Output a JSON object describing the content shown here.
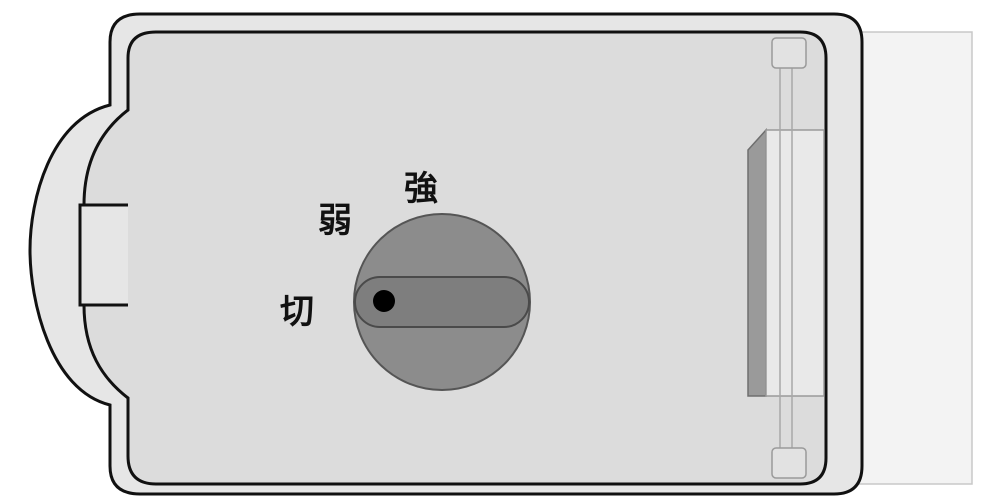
{
  "dial": {
    "labels": {
      "off": "切",
      "weak": "弱",
      "strong": "強"
    },
    "current_setting": "切"
  },
  "colors": {
    "outer_body": "#e6e6e6",
    "inner_panel": "#dcdcdc",
    "outline": "#111111",
    "knob": "#8c8c8c",
    "knob_slot": "#7e7e7e",
    "indicator_dot": "#000000",
    "side_strip": "#9a9a9a",
    "rail": "#e9e9e9",
    "extension_panel": "#f3f3f3"
  },
  "icons": {
    "indicator": "indicator-dot-icon"
  }
}
